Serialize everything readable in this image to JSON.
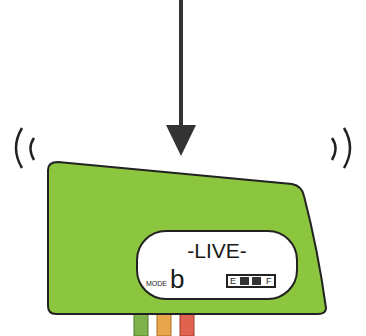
{
  "diagram": {
    "nodes": [
      {
        "text": [
          "-LIVE-",
          "MODE",
          "b"
        ]
      },
      {
        "text": [
          "E",
          "F"
        ],
        "in": 0
      }
    ]
  }
}
